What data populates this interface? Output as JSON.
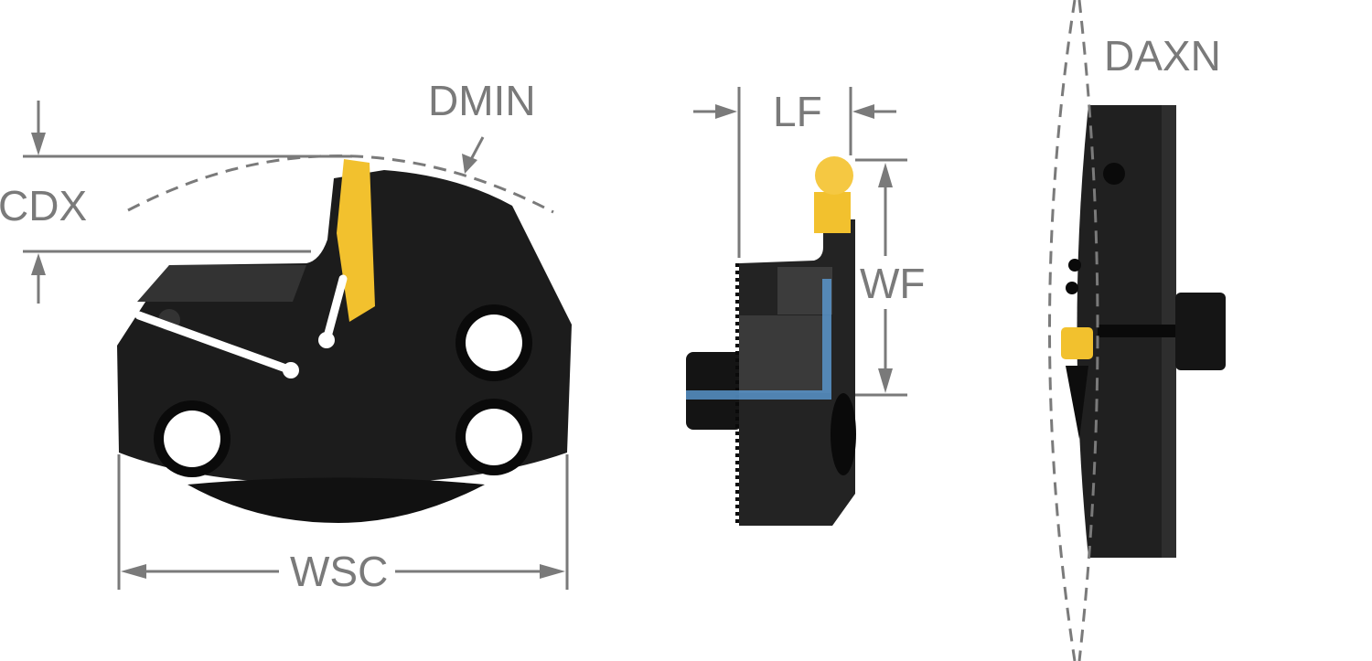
{
  "labels": {
    "dmin": "DMIN",
    "cdx": "CDX",
    "wsc": "WSC",
    "lf": "LF",
    "wf": "WF",
    "daxn": "DAXN"
  },
  "colors": {
    "body": "#1c1c1c",
    "insert": "#f2c12e",
    "dimension": "#7a7a7a",
    "overlay": "#5b9bd5"
  }
}
